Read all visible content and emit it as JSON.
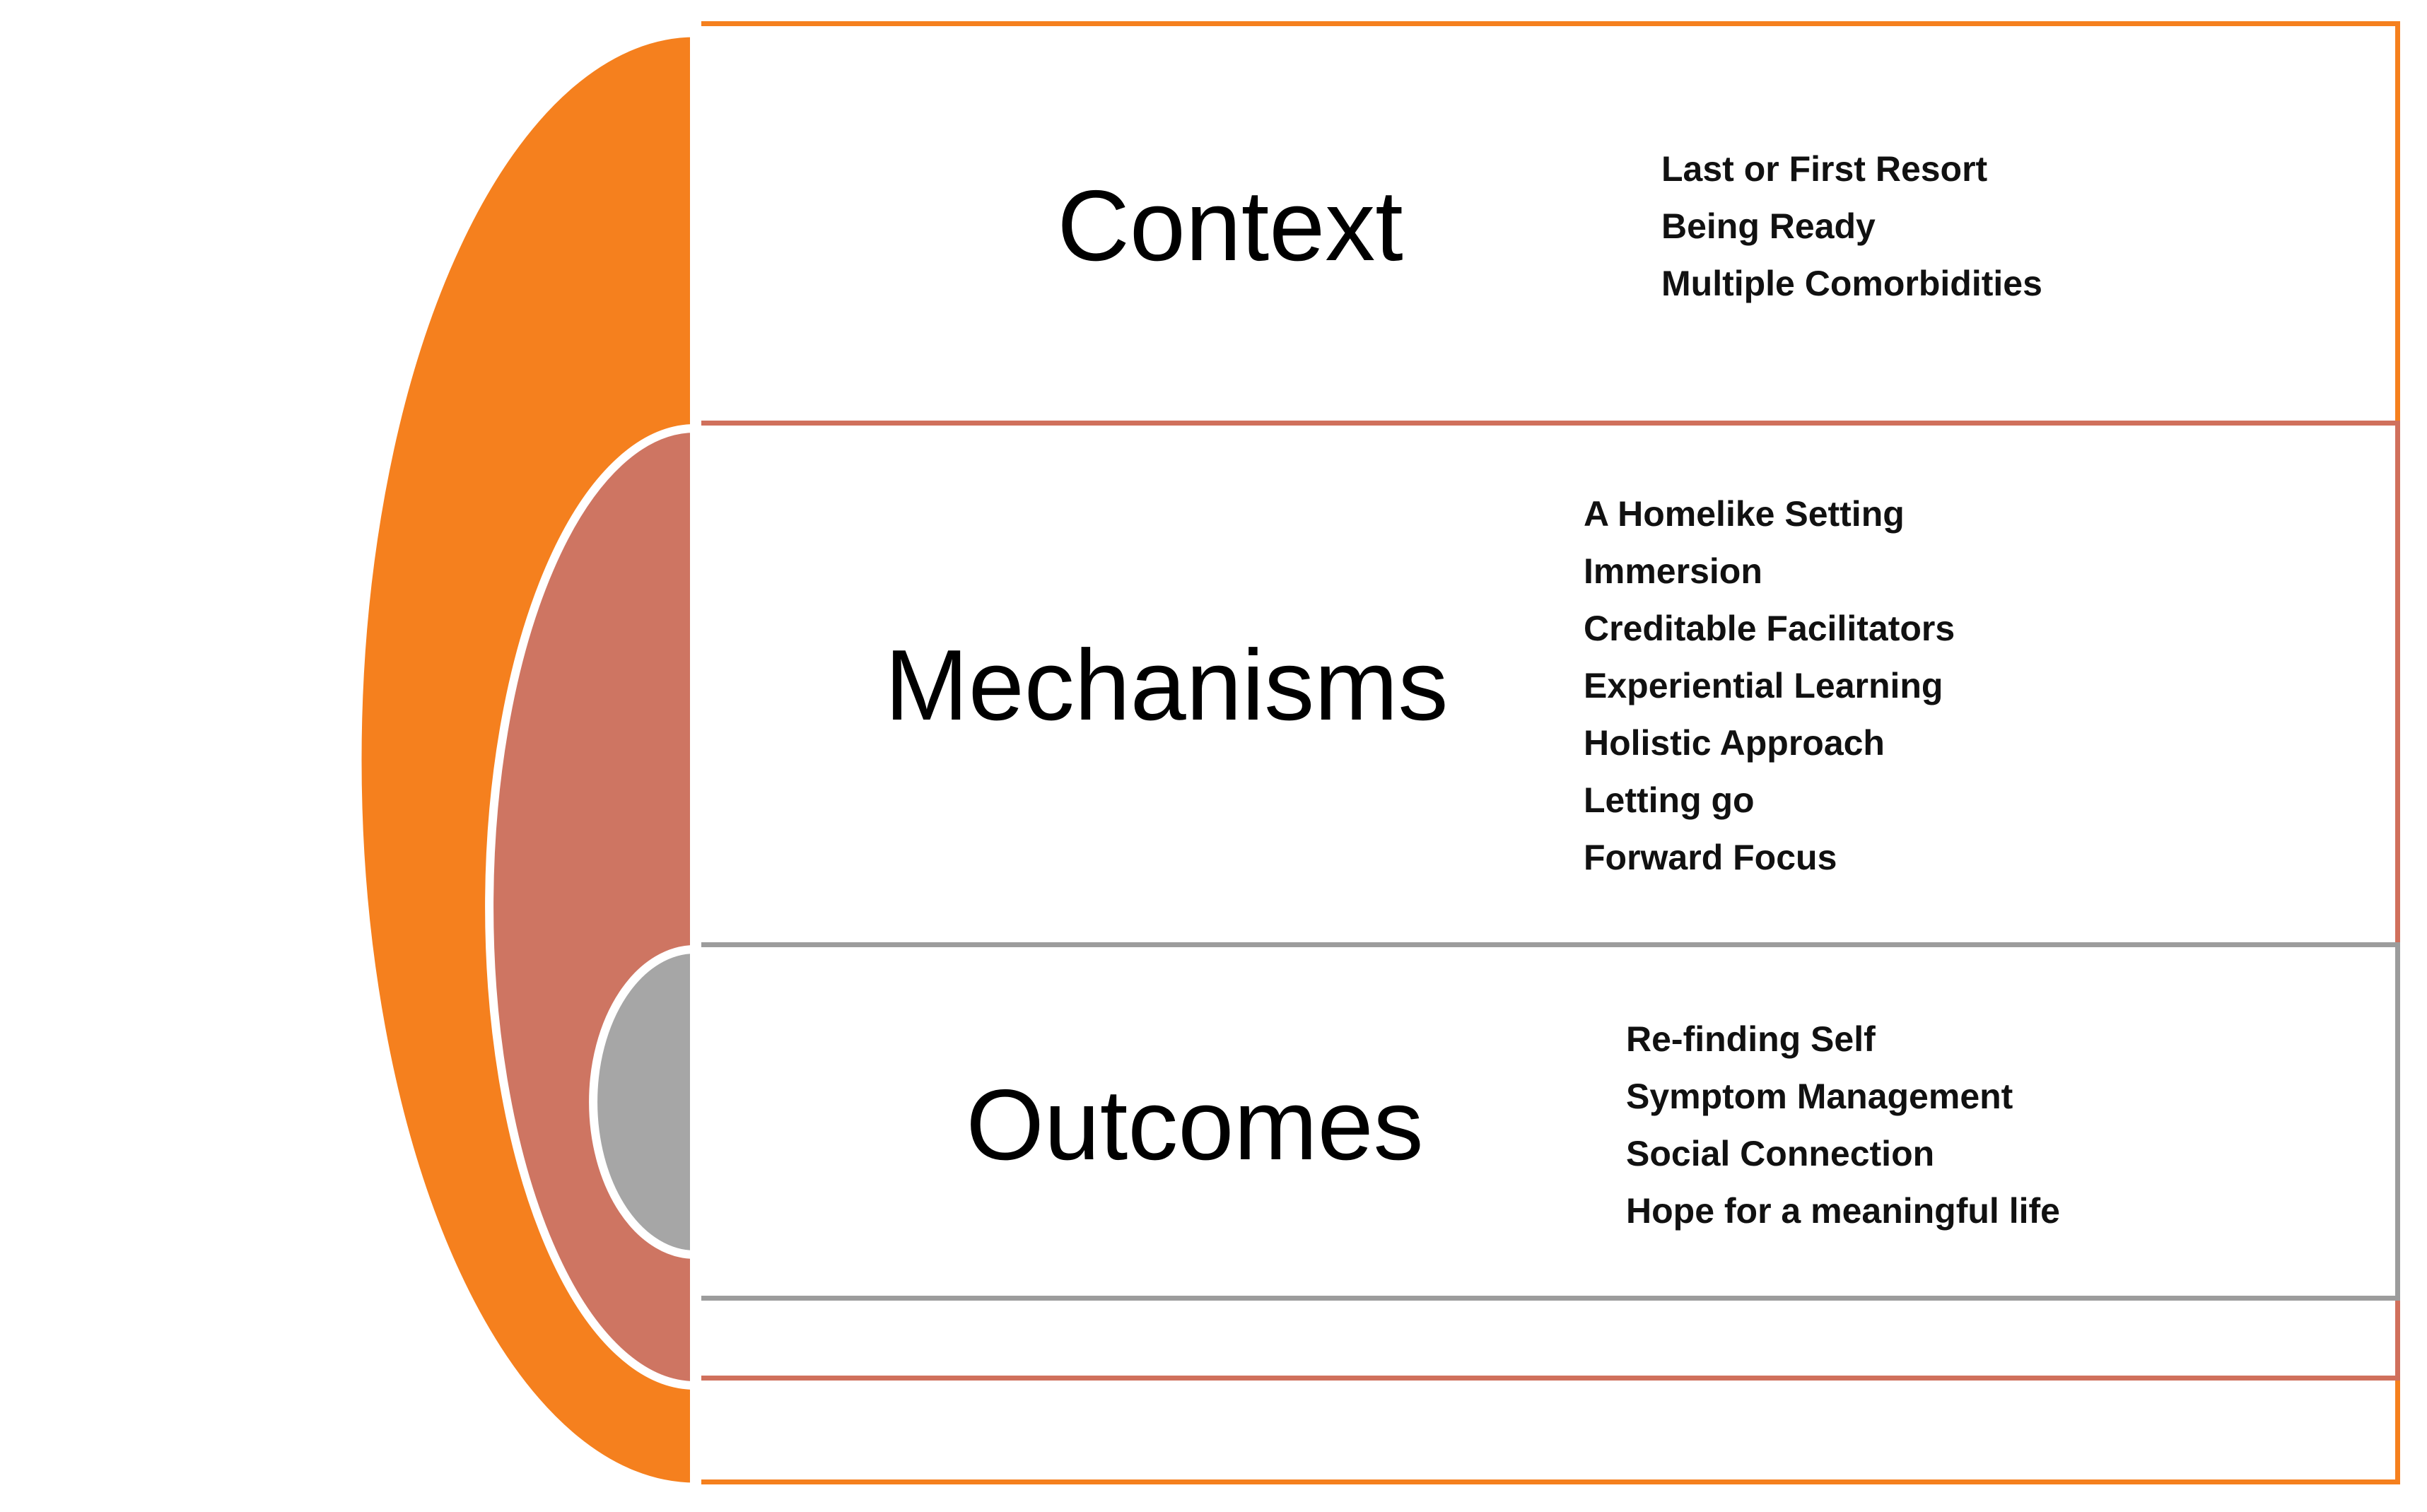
{
  "diagram": {
    "title": "Context Mechanisms Outcomes nested half-ellipse framework",
    "colors": {
      "context_fill": "#F5801E",
      "mechanisms_fill": "#CE7562",
      "outcomes_fill": "#A6A6A6",
      "context_border": "#F5801E",
      "mechanisms_border": "#D0705C",
      "outcomes_border": "#9C9C9C",
      "arc_outline": "#FFFFFF",
      "text": "#000000",
      "background": "#FFFFFF"
    },
    "rows": [
      {
        "id": "context",
        "heading": "Context",
        "items": [
          "Last or First Resort",
          "Being Ready",
          "Multiple Comorbidities"
        ]
      },
      {
        "id": "mechanisms",
        "heading": "Mechanisms",
        "items": [
          "A Homelike Setting",
          "Immersion",
          "Creditable Facilitators",
          "Experiential Learning",
          "Holistic Approach",
          "Letting go",
          "Forward Focus"
        ]
      },
      {
        "id": "outcomes",
        "heading": "Outcomes",
        "items": [
          "Re-finding Self",
          "Symptom Management",
          "Social Connection",
          "Hope for a meaningful life"
        ]
      }
    ]
  }
}
